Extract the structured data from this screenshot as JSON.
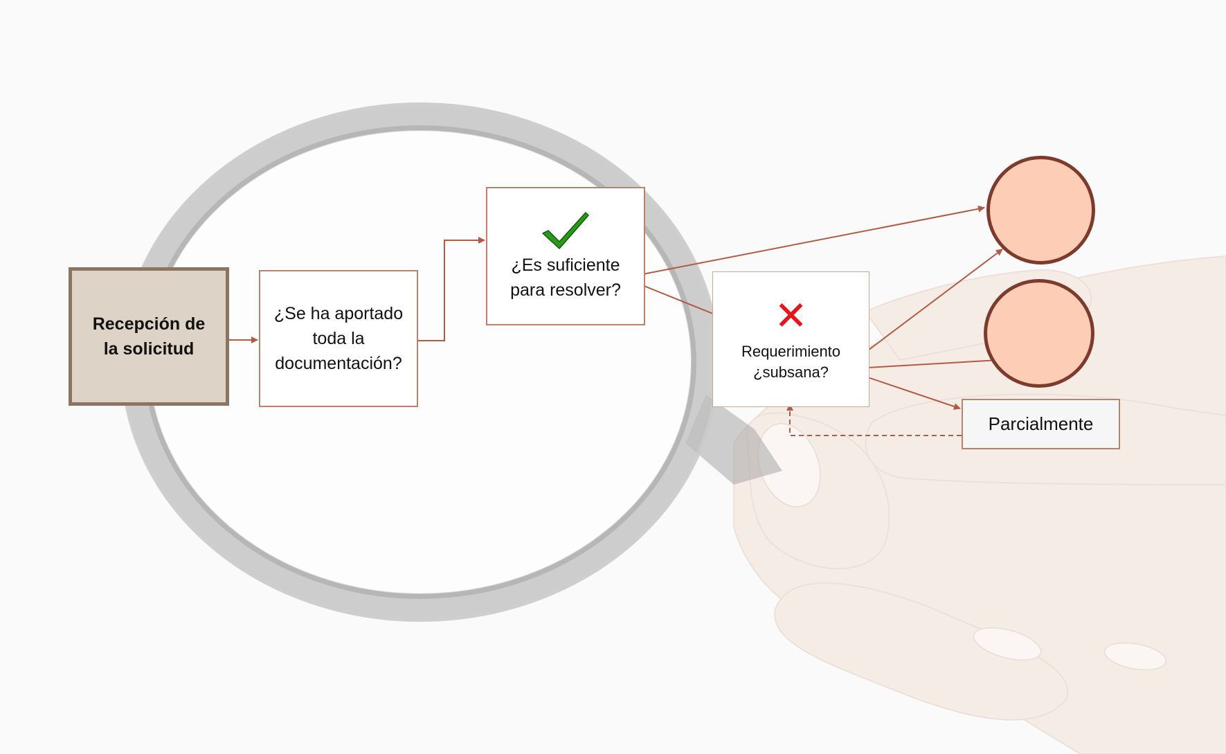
{
  "diagram": {
    "start": {
      "label_line1": "Recepción de",
      "label_line2": "la solicitud"
    },
    "question_documents": {
      "line1": "¿Se ha aportado",
      "line2": "toda la",
      "line3": "documentación?"
    },
    "question_sufficient": {
      "icon": "checkmark-icon",
      "line1": "¿Es suficiente",
      "line2": "para resolver?"
    },
    "requirement": {
      "icon": "cross-icon",
      "icon_glyph": "✕",
      "line1": "Requerimiento",
      "line2": "¿subsana?"
    },
    "partial": {
      "label": "Parcialmente"
    },
    "outcomes": [
      "",
      ""
    ]
  },
  "colors": {
    "connector": "#b35a45",
    "start_fill": "#ddd3c7",
    "start_border": "#8c7462",
    "box_border": "#b9826a",
    "circle_fill": "#fdcdb6",
    "circle_border": "#7c3b2c",
    "check": "#2a9a1a",
    "cross": "#e8141b"
  }
}
